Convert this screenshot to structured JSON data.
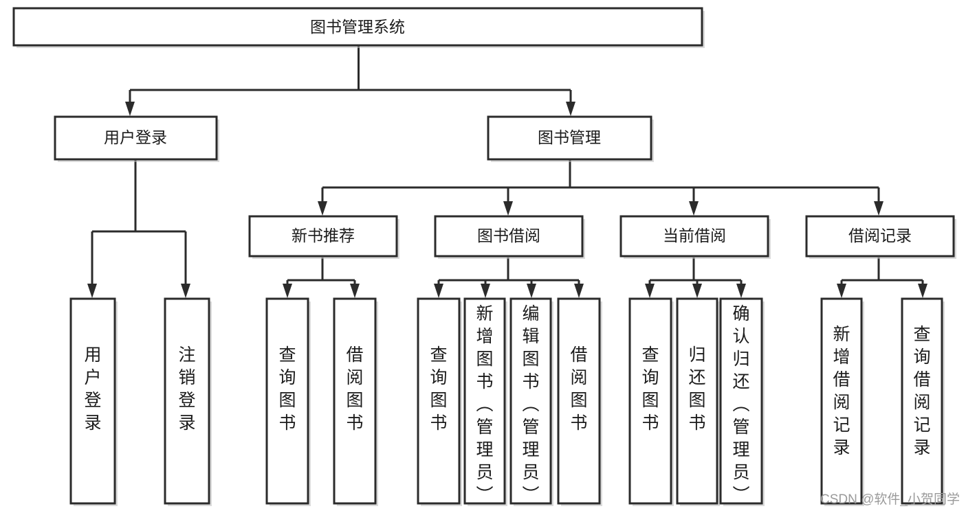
{
  "diagram": {
    "type": "tree",
    "title": "图书管理系统",
    "root": {
      "id": "root",
      "label": "图书管理系统",
      "orientation": "horizontal"
    },
    "level2": [
      {
        "id": "user-login",
        "label": "用户登录",
        "orientation": "horizontal"
      },
      {
        "id": "book-management",
        "label": "图书管理",
        "orientation": "horizontal"
      }
    ],
    "level3": [
      {
        "id": "new-book-recommend",
        "label": "新书推荐",
        "orientation": "horizontal",
        "parent": "book-management"
      },
      {
        "id": "book-borrow",
        "label": "图书借阅",
        "orientation": "horizontal",
        "parent": "book-management"
      },
      {
        "id": "current-borrow",
        "label": "当前借阅",
        "orientation": "horizontal",
        "parent": "book-management"
      },
      {
        "id": "borrow-record",
        "label": "借阅记录",
        "orientation": "horizontal",
        "parent": "book-management"
      }
    ],
    "leaves": [
      {
        "id": "leaf-user-login",
        "label": "用户登录",
        "orientation": "vertical",
        "parent": "user-login"
      },
      {
        "id": "leaf-user-logout",
        "label": "注销登录",
        "orientation": "vertical",
        "parent": "user-login"
      },
      {
        "id": "leaf-query-book-1",
        "label": "查询图书",
        "orientation": "vertical",
        "parent": "new-book-recommend"
      },
      {
        "id": "leaf-borrow-book-1",
        "label": "借阅图书",
        "orientation": "vertical",
        "parent": "new-book-recommend"
      },
      {
        "id": "leaf-query-book-2",
        "label": "查询图书",
        "orientation": "vertical",
        "parent": "book-borrow"
      },
      {
        "id": "leaf-add-book",
        "label": "新增图书（管理员）",
        "orientation": "vertical",
        "parent": "book-borrow"
      },
      {
        "id": "leaf-edit-book",
        "label": "编辑图书（管理员）",
        "orientation": "vertical",
        "parent": "book-borrow"
      },
      {
        "id": "leaf-borrow-book-2",
        "label": "借阅图书",
        "orientation": "vertical",
        "parent": "book-borrow"
      },
      {
        "id": "leaf-query-book-3",
        "label": "查询图书",
        "orientation": "vertical",
        "parent": "current-borrow"
      },
      {
        "id": "leaf-return-book",
        "label": "归还图书",
        "orientation": "vertical",
        "parent": "current-borrow"
      },
      {
        "id": "leaf-confirm-return",
        "label": "确认归还（管理员）",
        "orientation": "vertical",
        "parent": "current-borrow"
      },
      {
        "id": "leaf-add-record",
        "label": "新增借阅记录",
        "orientation": "vertical",
        "parent": "borrow-record"
      },
      {
        "id": "leaf-query-record",
        "label": "查询借阅记录",
        "orientation": "vertical",
        "parent": "borrow-record"
      }
    ]
  },
  "watermark": {
    "text": "CSDN @软件_小贺同学"
  },
  "colors": {
    "box_stroke": "#2b2b2b",
    "box_fill": "#ffffff",
    "connector": "#2b2b2b",
    "text": "#1b1b1b",
    "watermark": "#9a9a9a",
    "background": "#ffffff"
  }
}
